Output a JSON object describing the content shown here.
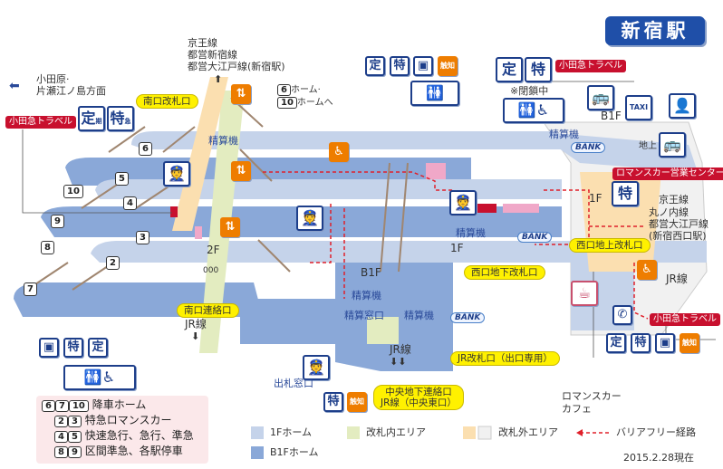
{
  "title": "新宿駅",
  "top_lines": [
    "京王線",
    "都営新宿線",
    "都営大江戸線(新宿駅)"
  ],
  "odawara": [
    "小田原·",
    "片瀬江ノ島方面"
  ],
  "to_home": {
    "n1": "6",
    "l1": "ホーム·",
    "n2": "10",
    "l2": "ホームへ"
  },
  "odakyu_travel": "小田急トラベル",
  "romancecar_center": "ロマンスカー営業センター",
  "gates": {
    "south": "南口改札口",
    "south_link": "南口連絡口",
    "west_ground": "西口地上改札口",
    "west_under": "西口地下改札口",
    "jr_exit": "JR改札口（出口専用）",
    "central": [
      "中央地下連絡口",
      "JR線（中央東口）"
    ]
  },
  "seisanki": "精算機",
  "seisan_window": "精算窓口",
  "ticket_window": "出札窓口",
  "closed": "※閉鎖中",
  "floors": {
    "f2": "2F",
    "f1": "1F",
    "b1": "B1F",
    "ground": "地上"
  },
  "jr": "JR線",
  "right_lines": [
    "京王線",
    "丸ノ内線",
    "都営大江戸線",
    "(新宿西口駅)"
  ],
  "cafe": [
    "ロマンスカー",
    "カフェ"
  ],
  "platforms": [
    "2",
    "3",
    "4",
    "5",
    "6",
    "7",
    "8",
    "9",
    "10"
  ],
  "icons": {
    "teiki": "定",
    "teiki_sub": "期",
    "tokkyu": "特",
    "tokkyu_sub": "急",
    "tactile": "触知",
    "bank": "BANK",
    "taxi": "TAXI",
    "gates_icon": "000"
  },
  "legend": {
    "notes": [
      {
        "nums": [
          "6",
          "7",
          "10"
        ],
        "text": "降車ホーム"
      },
      {
        "nums": [
          "2",
          "3"
        ],
        "text": "特急ロマンスカー"
      },
      {
        "nums": [
          "4",
          "5"
        ],
        "text": "快速急行、急行、準急"
      },
      {
        "nums": [
          "8",
          "9"
        ],
        "text": "区間準急、各駅停車"
      }
    ],
    "f1_platform": "1Fホーム",
    "b1_platform": "B1Fホーム",
    "inside": "改札内エリア",
    "outside": "改札外エリア",
    "barrier_free": "バリアフリー経路"
  },
  "date": "2015.2.28現在",
  "colors": {
    "f1": "#c5d3ea",
    "b1": "#8aa8d8",
    "inside": "#e3ecc0",
    "outside": "#fbdfb0",
    "accent": "#c8102e",
    "navy": "#1d3e8a"
  }
}
